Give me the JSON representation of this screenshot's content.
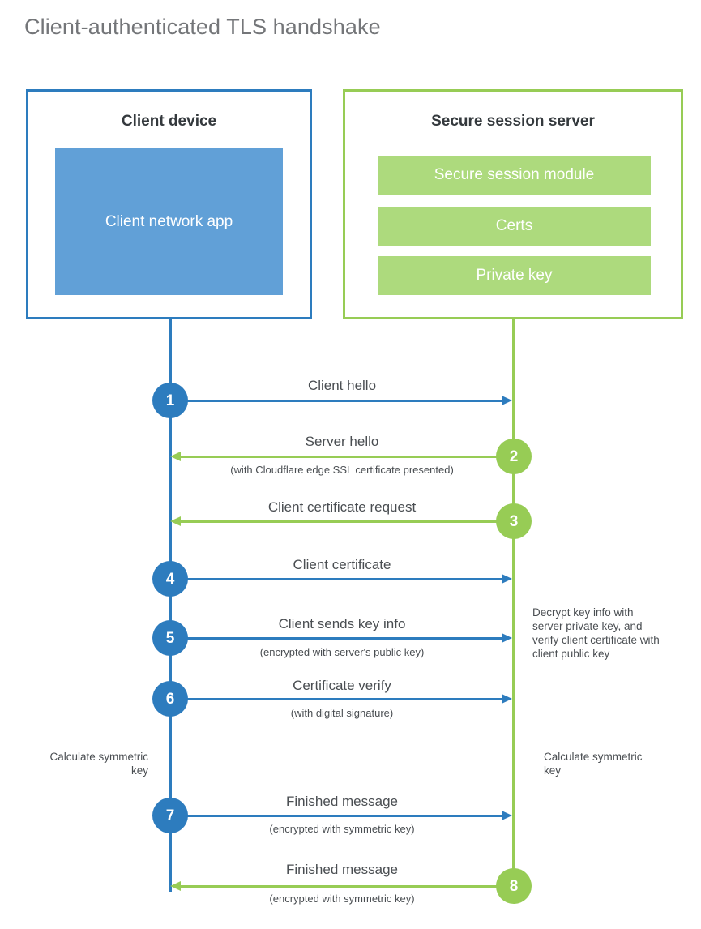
{
  "diagram": {
    "title": "Client-authenticated TLS handshake",
    "colors": {
      "client_blue": "#2d7cbe",
      "client_app_fill": "#61a0d7",
      "server_green": "#97cc55",
      "server_bar_fill": "#adda7d",
      "title_gray": "#747679",
      "text_gray": "#4a4e52"
    }
  },
  "parties": {
    "client": {
      "title": "Client device",
      "blocks": [
        {
          "label": "Client network app"
        }
      ]
    },
    "server": {
      "title": "Secure session server",
      "blocks": [
        {
          "label": "Secure session module"
        },
        {
          "label": "Certs"
        },
        {
          "label": "Private key"
        }
      ]
    }
  },
  "steps": [
    {
      "number": "1",
      "from": "client",
      "to": "server",
      "label": "Client hello",
      "sub": ""
    },
    {
      "number": "2",
      "from": "server",
      "to": "client",
      "label": "Server hello",
      "sub": "(with Cloudflare edge SSL certificate presented)"
    },
    {
      "number": "3",
      "from": "server",
      "to": "client",
      "label": "Client certificate request",
      "sub": ""
    },
    {
      "number": "4",
      "from": "client",
      "to": "server",
      "label": "Client certificate",
      "sub": ""
    },
    {
      "number": "5",
      "from": "client",
      "to": "server",
      "label": "Client sends key info",
      "sub": "(encrypted with server's public key)"
    },
    {
      "number": "6",
      "from": "client",
      "to": "server",
      "label": "Certificate verify",
      "sub": "(with digital signature)"
    },
    {
      "number": "7",
      "from": "client",
      "to": "server",
      "label": "Finished message",
      "sub": "(encrypted with symmetric key)"
    },
    {
      "number": "8",
      "from": "server",
      "to": "client",
      "label": "Finished message",
      "sub": "(encrypted with symmetric key)"
    }
  ],
  "notes": {
    "server_decrypt": "Decrypt key info with server private key, and verify client certificate with client public key",
    "client_calculate": "Calculate symmetric key",
    "server_calculate": "Calculate symmetric key"
  }
}
